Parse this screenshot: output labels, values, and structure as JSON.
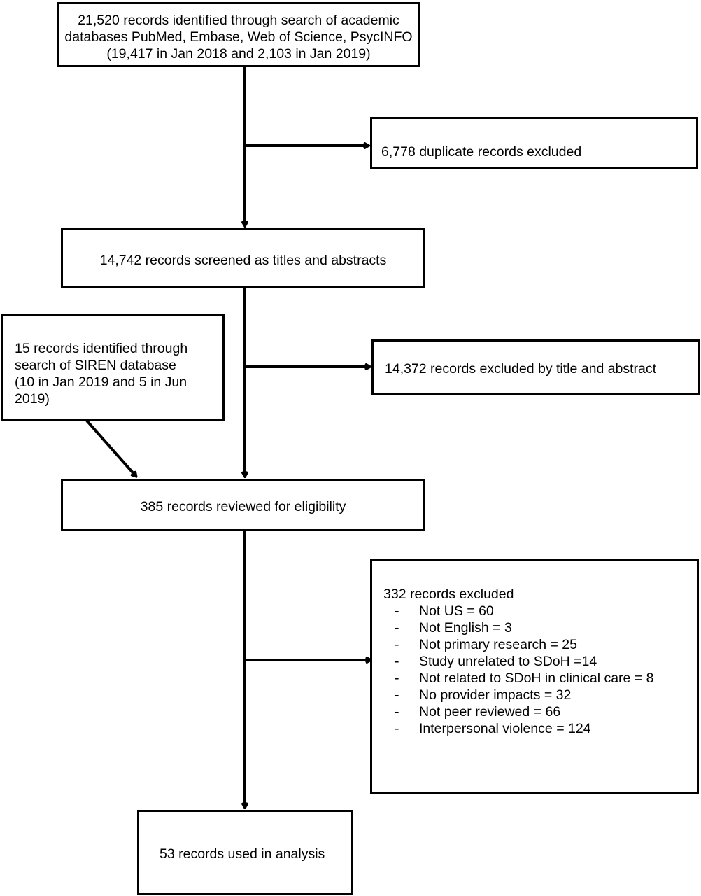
{
  "boxes": {
    "identified_db": {
      "lines": [
        "21,520 records identified through search of academic",
        "databases PubMed, Embase, Web of Science, PsycINFO",
        "(19,417 in Jan 2018 and 2,103 in Jan 2019)"
      ]
    },
    "duplicates": {
      "text": "6,778 duplicate records excluded"
    },
    "screened": {
      "text": "14,742 records screened as titles and abstracts"
    },
    "identified_siren": {
      "lines": [
        "15 records identified through",
        "search of SIREN database",
        "(10 in Jan 2019 and 5 in Jun",
        "2019)"
      ]
    },
    "excluded_title": {
      "text": "14,372 records excluded by title and abstract"
    },
    "eligibility": {
      "text": "385 records reviewed for eligibility"
    },
    "excluded_full": {
      "heading": "332 records excluded",
      "bullet": "-",
      "items": [
        "Not US = 60",
        "Not English = 3",
        "Not primary research = 25",
        "Study unrelated to SDoH =14",
        "Not related to SDoH in clinical care = 8",
        "No provider impacts = 32",
        "Not peer reviewed = 66",
        "Interpersonal violence = 124"
      ]
    },
    "analysis": {
      "text": "53 records used in analysis"
    }
  },
  "colors": {
    "stroke": "#000000",
    "background": "#ffffff"
  }
}
